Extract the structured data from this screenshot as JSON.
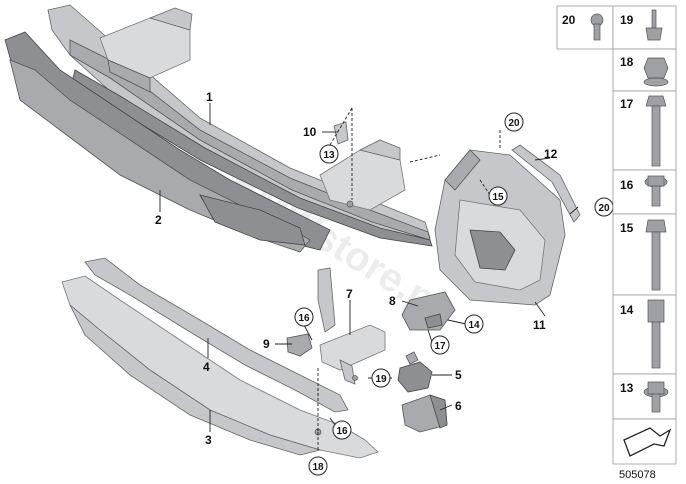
{
  "callouts": {
    "c1": "1",
    "c2": "2",
    "c3": "3",
    "c4": "4",
    "c5": "5",
    "c6": "6",
    "c7": "7",
    "c8": "8",
    "c9": "9",
    "c10": "10",
    "c11": "11",
    "c12": "12",
    "c14": "14",
    "c13": "13",
    "c15": "15",
    "c16a": "16",
    "c16b": "16",
    "c17": "17",
    "c18": "18",
    "c19": "19",
    "c20a": "20",
    "c20b": "20"
  },
  "side_panel": {
    "items": [
      {
        "label": "20"
      },
      {
        "label": "19"
      },
      {
        "label": "18"
      },
      {
        "label": "17"
      },
      {
        "label": "16"
      },
      {
        "label": "15"
      },
      {
        "label": "14"
      },
      {
        "label": "13"
      }
    ]
  },
  "watermark": "BMWstore.pl",
  "diagram_ref": "505078"
}
